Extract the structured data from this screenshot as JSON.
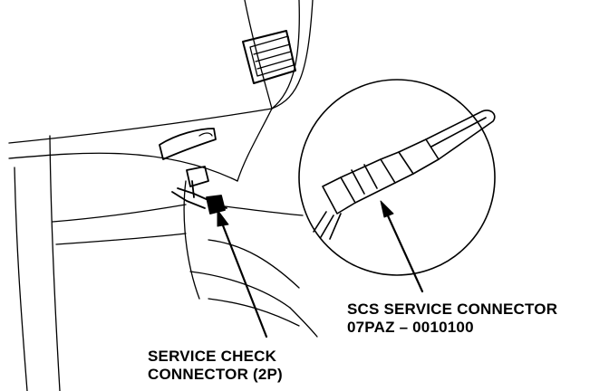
{
  "diagram": {
    "ink_color": "#000000",
    "background_color": "#ffffff",
    "callouts": {
      "scs_service_connector": {
        "line1": "SCS SERVICE CONNECTOR",
        "line2": "07PAZ – 0010100"
      },
      "service_check_connector": {
        "line1": "SERVICE CHECK",
        "line2": "CONNECTOR (2P)"
      }
    }
  }
}
